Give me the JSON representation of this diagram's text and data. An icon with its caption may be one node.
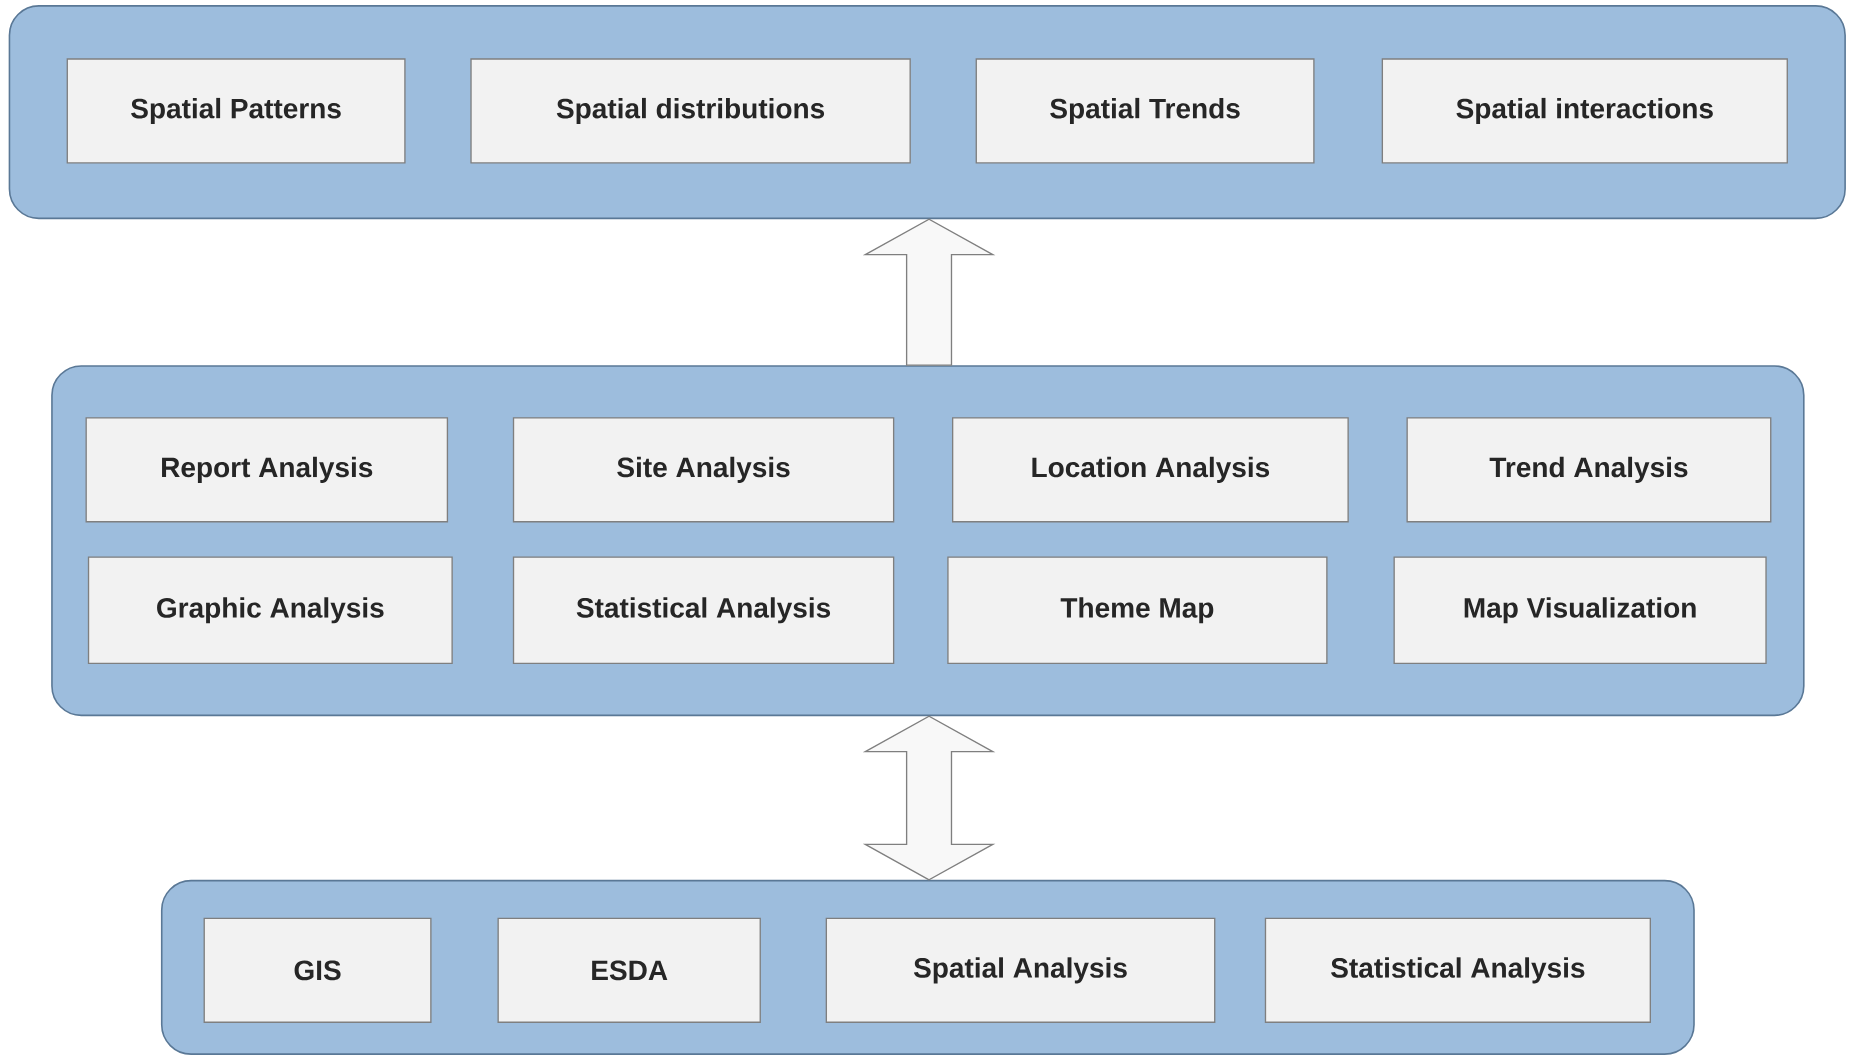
{
  "diagram": {
    "nodes": [
      {
        "text": [],
        "shape": "box"
      },
      {
        "text": [
          "Spatial Patterns"
        ],
        "in": 0
      },
      {
        "text": [
          "Spatial distributions"
        ],
        "in": 0
      },
      {
        "text": [
          "Spatial Trends"
        ],
        "in": 0
      },
      {
        "text": [
          "Spatial interactions"
        ],
        "in": 0
      },
      {
        "text": [],
        "shape": "box"
      },
      {
        "text": [
          "Report Analysis"
        ],
        "in": 5
      },
      {
        "text": [
          "Site Analysis"
        ],
        "in": 5
      },
      {
        "text": [
          "Location Analysis"
        ],
        "in": 5
      },
      {
        "text": [
          "Trend Analysis"
        ],
        "in": 5
      },
      {
        "text": [
          "Graphic Analysis"
        ],
        "in": 5
      },
      {
        "text": [
          "Statistical Analysis"
        ],
        "in": 5
      },
      {
        "text": [
          "Theme Map"
        ],
        "in": 5
      },
      {
        "text": [
          "Map Visualization"
        ],
        "in": 5
      },
      {
        "text": [],
        "shape": "box"
      },
      {
        "text": [
          "GIS"
        ],
        "in": 14
      },
      {
        "text": [
          "ESDA"
        ],
        "in": 14
      },
      {
        "text": [
          "Spatial Analysis"
        ],
        "in": 14
      },
      {
        "text": [
          "Statistical Analysis"
        ],
        "in": 14
      }
    ],
    "edges": [
      {
        "from": 5,
        "to": 0,
        "arrow": "to"
      },
      {
        "from": 14,
        "to": 5,
        "arrow": "both"
      }
    ]
  }
}
